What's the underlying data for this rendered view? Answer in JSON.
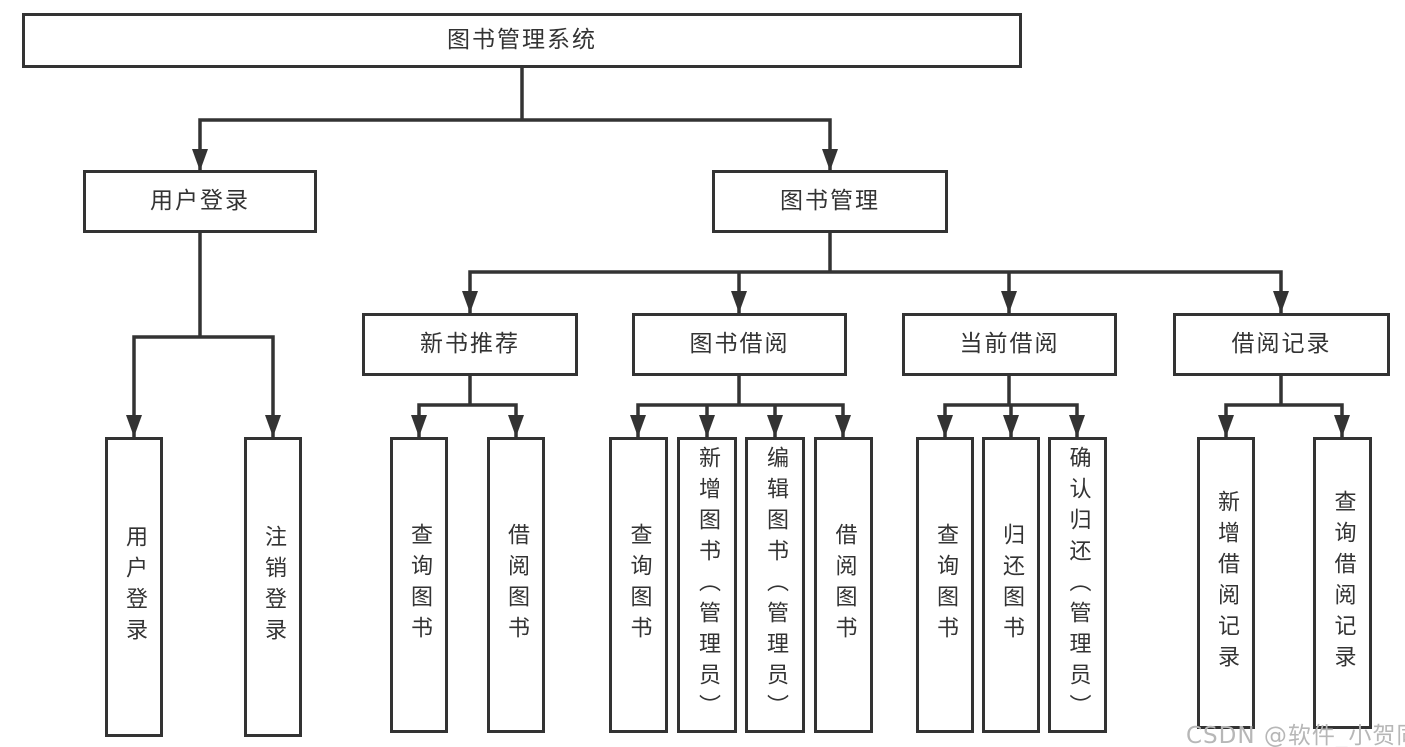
{
  "tree": {
    "root": {
      "label": "图书管理系统"
    },
    "children": [
      {
        "label": "用户登录",
        "children": [
          {
            "label": "用户登录"
          },
          {
            "label": "注销登录"
          }
        ]
      },
      {
        "label": "图书管理",
        "children": [
          {
            "label": "新书推荐",
            "children": [
              {
                "label": "查询图书"
              },
              {
                "label": "借阅图书"
              }
            ]
          },
          {
            "label": "图书借阅",
            "children": [
              {
                "label": "查询图书"
              },
              {
                "label": "新增图书（管理员）"
              },
              {
                "label": "编辑图书（管理员）"
              },
              {
                "label": "借阅图书"
              }
            ]
          },
          {
            "label": "当前借阅",
            "children": [
              {
                "label": "查询图书"
              },
              {
                "label": "归还图书"
              },
              {
                "label": "确认归还（管理员）"
              }
            ]
          },
          {
            "label": "借阅记录",
            "children": [
              {
                "label": "新增借阅记录"
              },
              {
                "label": "查询借阅记录"
              }
            ]
          }
        ]
      }
    ]
  },
  "watermark": "CSDN @软件_小贺同学",
  "colors": {
    "line": "#333333",
    "text": "#333333",
    "box_background": "#ffffff",
    "watermark": "#b7b7b7",
    "page_background": "#ffffff"
  }
}
